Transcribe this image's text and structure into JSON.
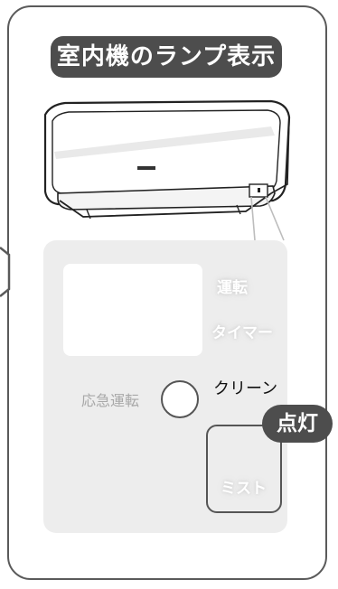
{
  "title": "室内機のランプ表示",
  "lamps": {
    "unten": "運転",
    "timer": "タイマー",
    "clean": "クリーン",
    "mist": "ミスト"
  },
  "emergency": {
    "label": "応急運転"
  },
  "badge": "点灯"
}
